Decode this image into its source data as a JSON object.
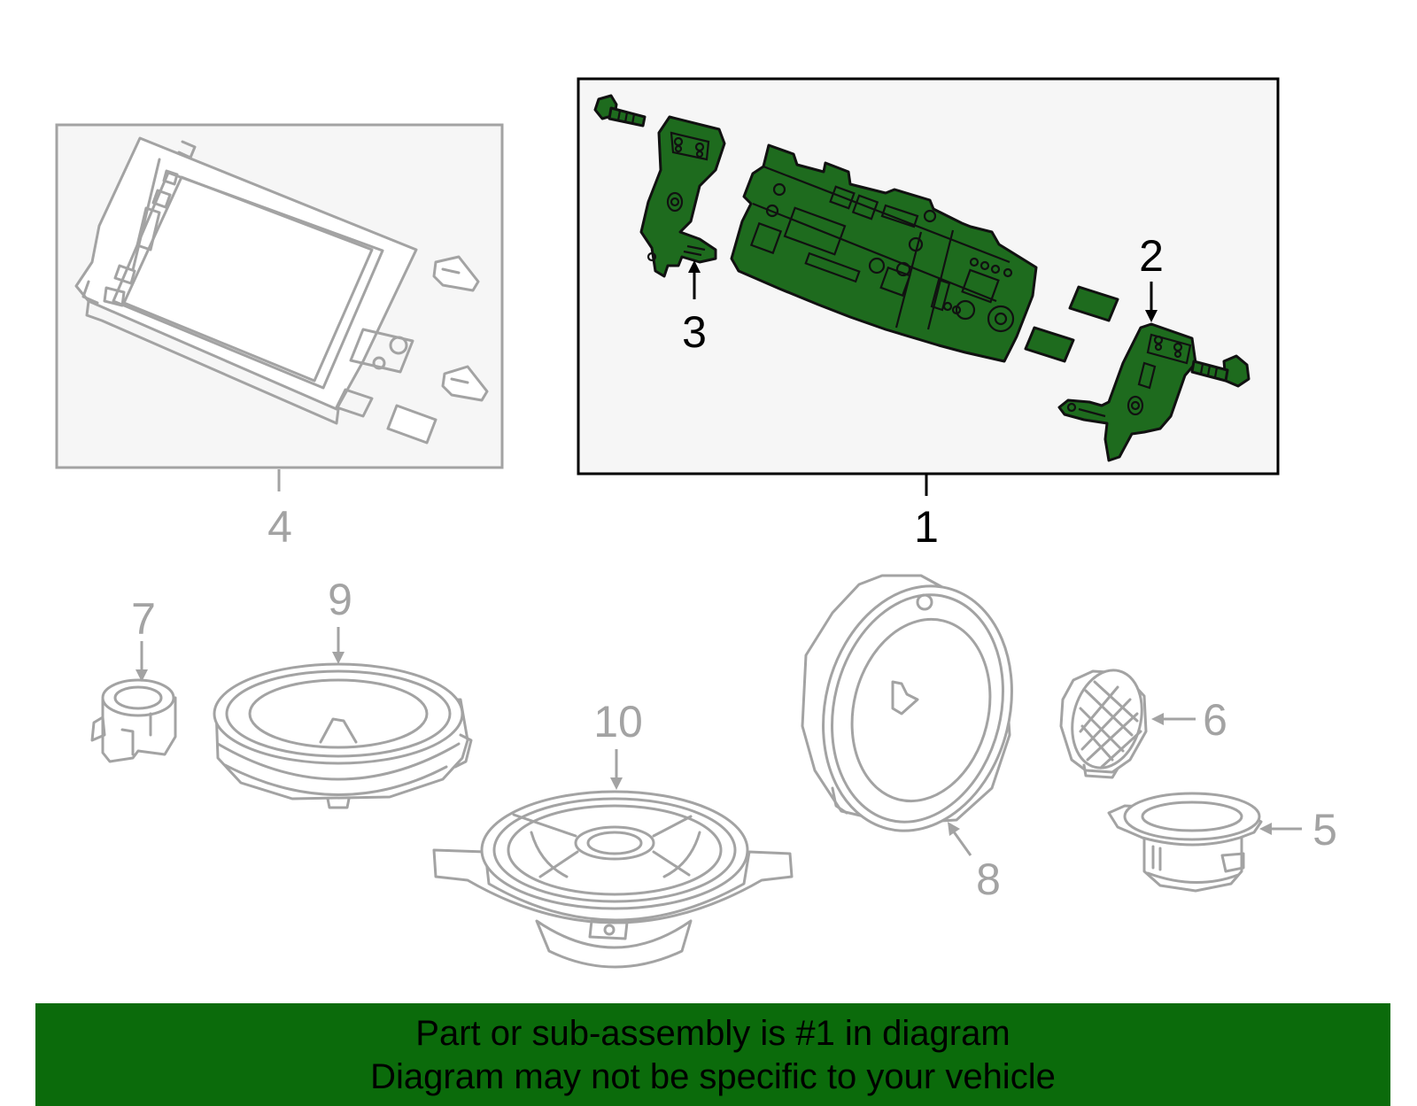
{
  "banner": {
    "line1": "Part or sub-assembly is #1 in diagram",
    "line2": "Diagram may not be specific to your vehicle",
    "color": "#0b6b0b"
  },
  "callouts": {
    "c1": "1",
    "c2": "2",
    "c3": "3",
    "c4": "4",
    "c5": "5",
    "c6": "6",
    "c7": "7",
    "c8": "8",
    "c9": "9",
    "c10": "10"
  },
  "colors": {
    "highlight_part": "#1e6b1e",
    "other_parts": "#a3a3a3",
    "highlight_box_bg": "#f6f6f6"
  }
}
